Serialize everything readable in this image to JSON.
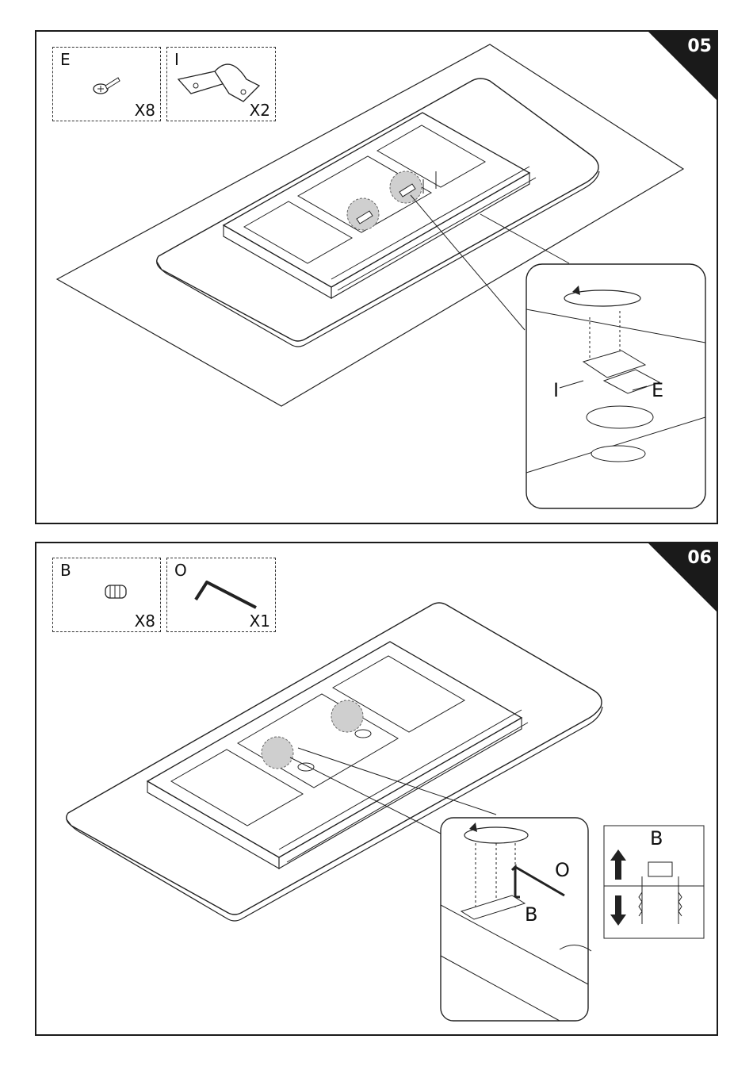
{
  "step_05": {
    "number": "05",
    "parts": [
      {
        "letter": "E",
        "qty": "X8",
        "icon": "screw-icon"
      },
      {
        "letter": "I",
        "qty": "X2",
        "icon": "extension-bracket-icon"
      }
    ],
    "callout_labels": {
      "bracket": "I",
      "screw": "E"
    }
  },
  "step_06": {
    "number": "06",
    "parts": [
      {
        "letter": "B",
        "qty": "X8",
        "icon": "insert-nut-icon"
      },
      {
        "letter": "O",
        "qty": "X1",
        "icon": "allen-key-icon"
      }
    ],
    "callout_labels": {
      "key": "O",
      "insert": "B"
    },
    "legend_label": "B"
  },
  "colors": {
    "ink": "#1a1a1a",
    "highlight": "#c8c8c8",
    "badge": "#1a1a1a"
  }
}
